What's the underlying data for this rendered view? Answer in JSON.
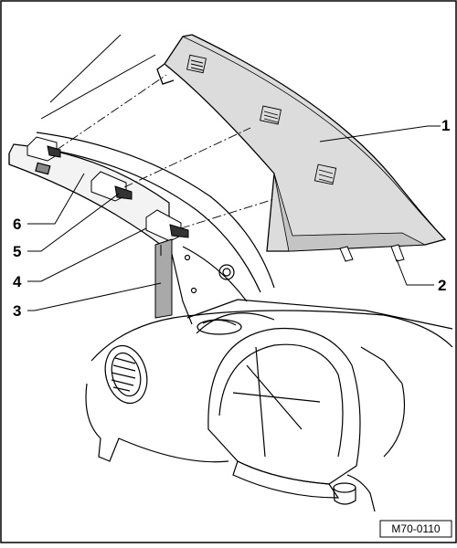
{
  "figure": {
    "reference_code": "M70-0110",
    "callouts": [
      "1",
      "2",
      "3",
      "4",
      "5",
      "6"
    ]
  },
  "colors": {
    "trim_fill": "#dcdcdc",
    "trim_shade": "#c4c4c4",
    "strip_fill": "#a9a9a9",
    "line": "#000000",
    "background": "#ffffff"
  }
}
